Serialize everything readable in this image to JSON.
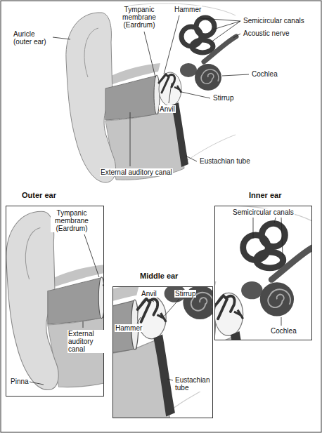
{
  "diagram": {
    "nodes": [
      {
        "text": [
          "Outer ear"
        ]
      },
      {
        "text": [
          "Middle ear"
        ]
      },
      {
        "text": [
          "Inner ear"
        ]
      }
    ],
    "labels": [
      "Auricle (outer ear)",
      "Tympanic membrane (Eardrum)",
      "Hammer",
      "Semicircular canals",
      "Acoustic nerve",
      "Cochlea",
      "Stirrup",
      "Anvil",
      "Eustachian tube",
      "External auditory canal",
      "Tympanic membrane (Eardrum)",
      "External auditory canal",
      "Pinna",
      "Stirrup",
      "Anvil",
      "Hammer",
      "Eustachian tube",
      "Semicircular canals",
      "Cochlea"
    ]
  }
}
